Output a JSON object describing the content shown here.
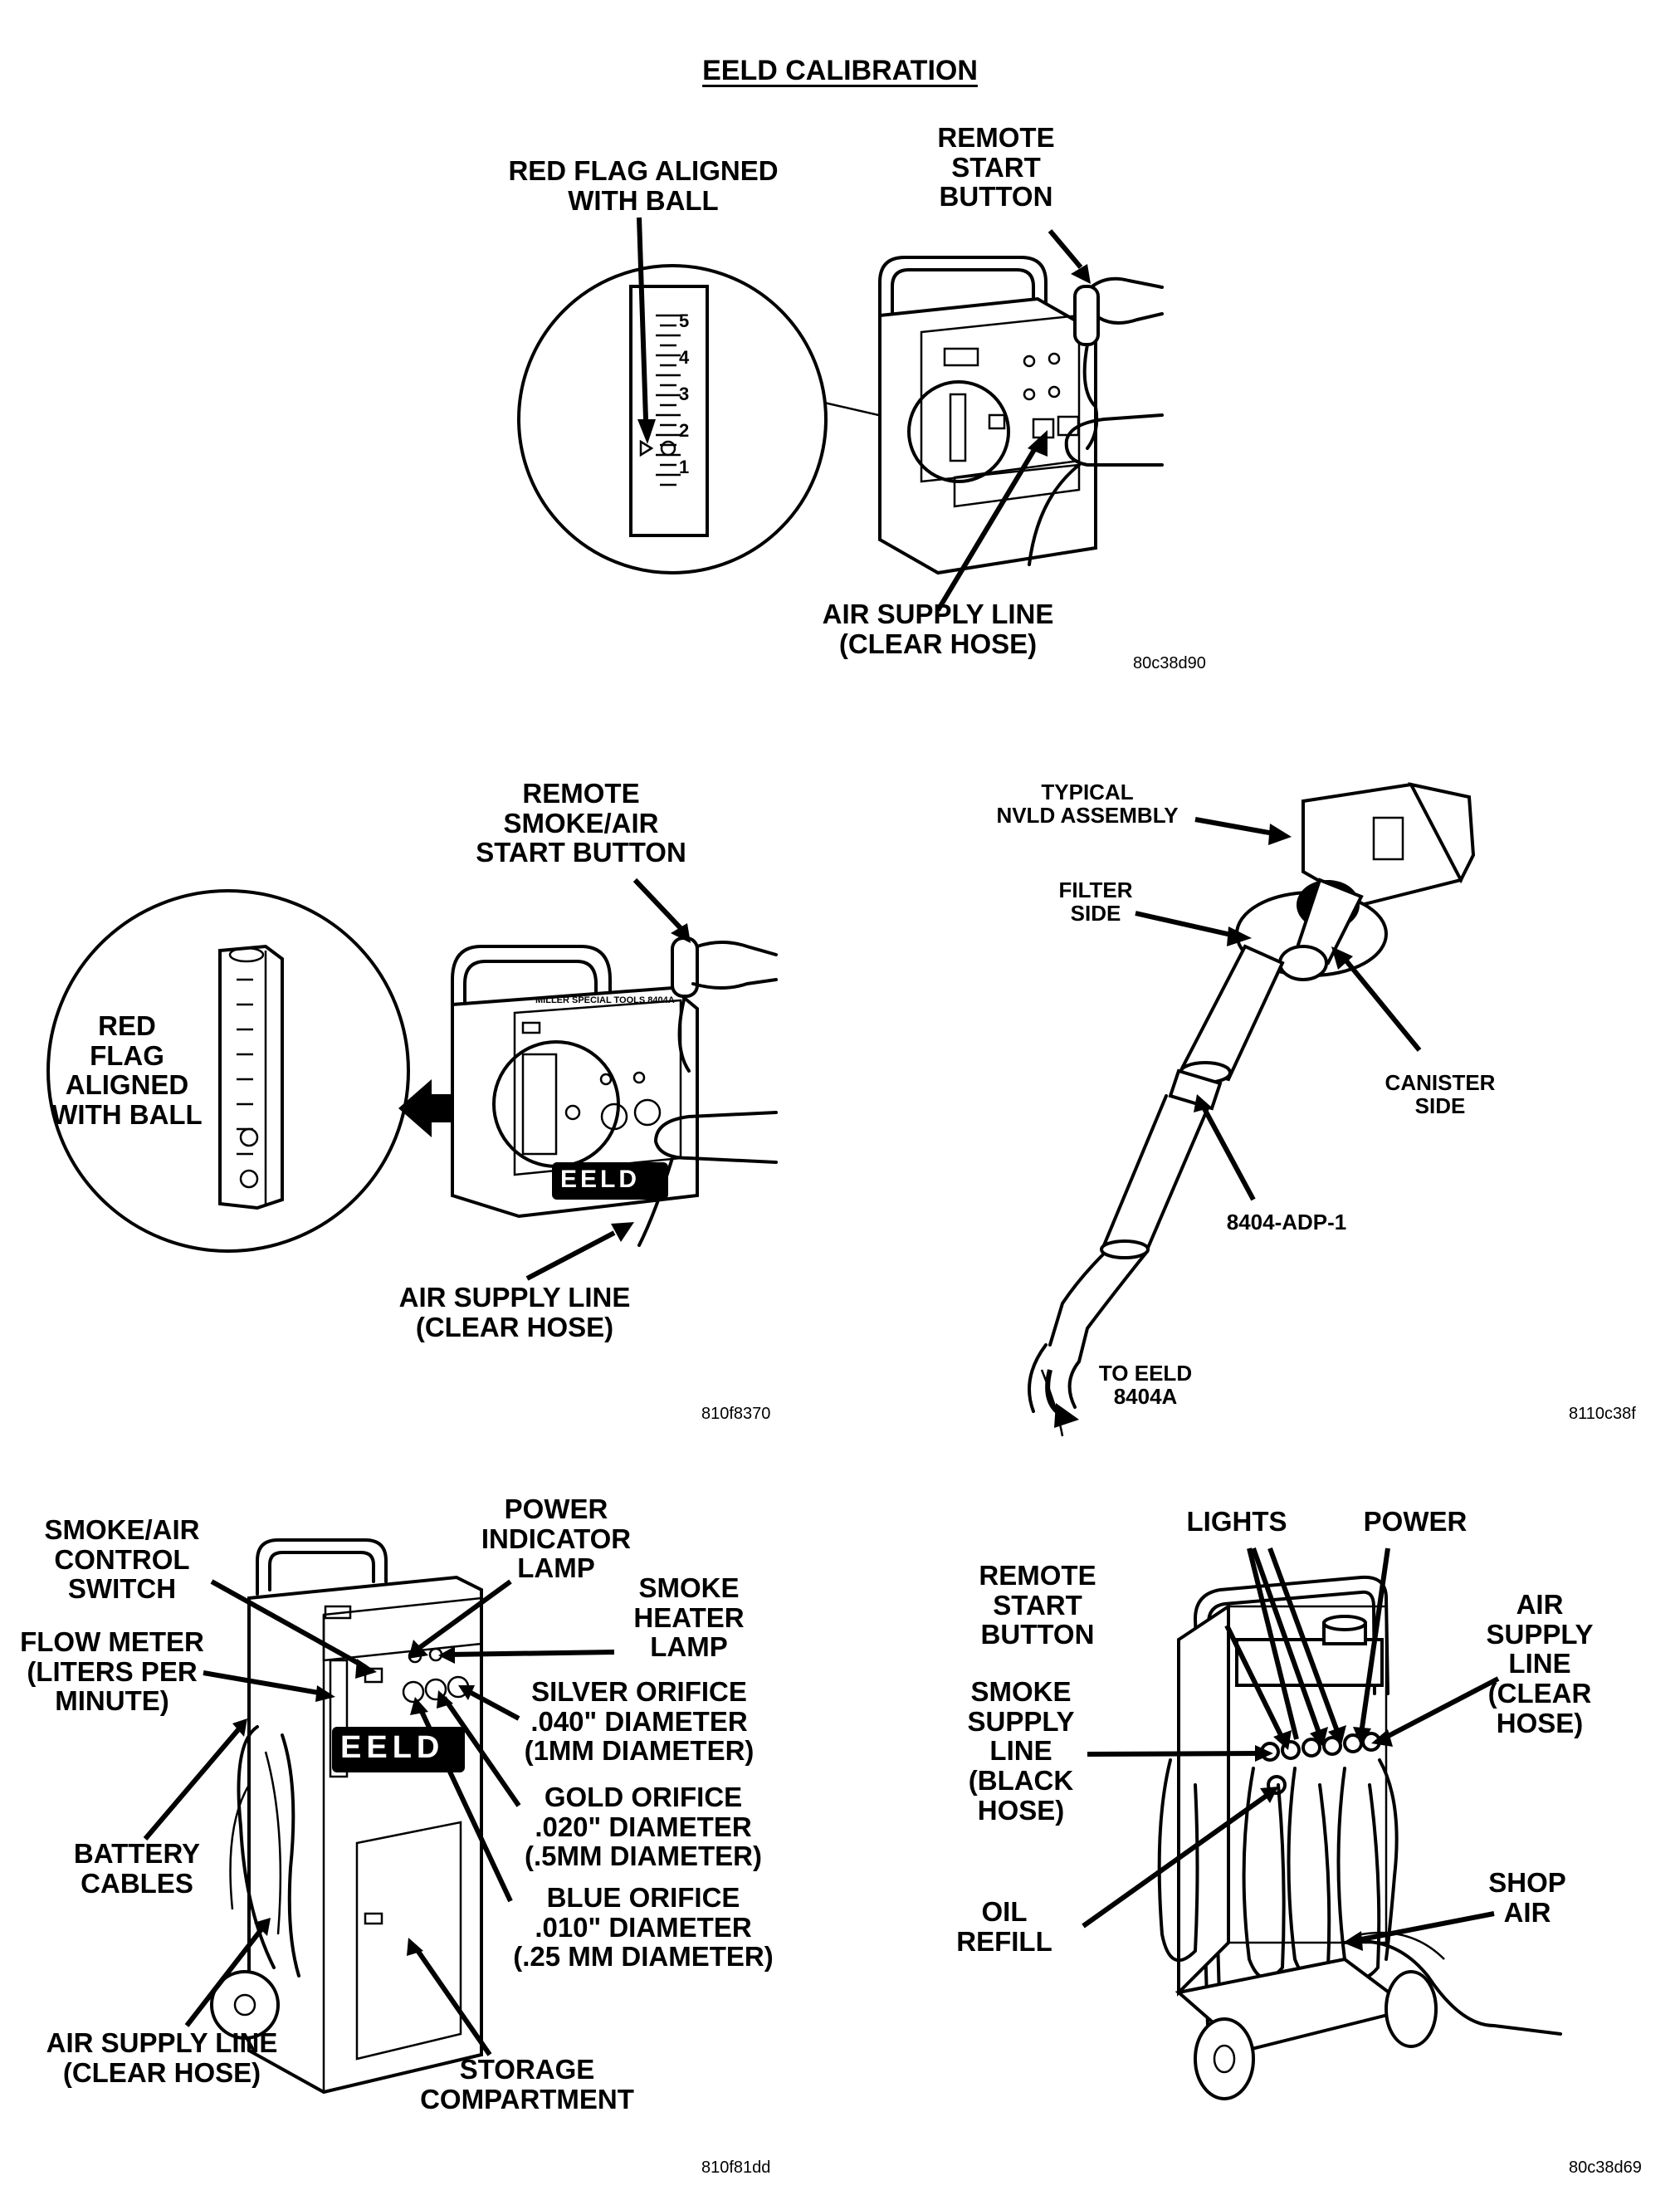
{
  "title": "EELD CALIBRATION",
  "fig1": {
    "label_red_flag": "RED FLAG ALIGNED\nWITH BALL",
    "label_remote": "REMOTE\nSTART\nBUTTON",
    "label_air": "AIR SUPPLY LINE\n(CLEAR HOSE)",
    "scale": [
      "5",
      "4",
      "3",
      "2",
      "1"
    ],
    "code": "80c38d90"
  },
  "fig2": {
    "label_remote": "REMOTE\nSMOKE/AIR\nSTART BUTTON",
    "label_red_flag": "RED\nFLAG\nALIGNED\nWITH BALL",
    "label_air": "AIR SUPPLY LINE\n(CLEAR HOSE)",
    "panel_text": "EELD",
    "panel_brand": "MILLER SPECIAL TOOLS 8404A",
    "code": "810f8370"
  },
  "fig3": {
    "label_typical": "TYPICAL\nNVLD ASSEMBLY",
    "label_filter": "FILTER\nSIDE",
    "label_canister": "CANISTER\nSIDE",
    "label_adp": "8404-ADP-1",
    "label_to_eeld": "TO EELD\n8404A",
    "code": "8110c38f"
  },
  "fig4": {
    "label_smoke_switch": "SMOKE/AIR\nCONTROL\nSWITCH",
    "label_power_lamp": "POWER\nINDICATOR\nLAMP",
    "label_heater_lamp": "SMOKE\nHEATER\nLAMP",
    "label_flow_meter": "FLOW METER\n(LITERS PER\nMINUTE)",
    "label_silver": "SILVER ORIFICE\n.040\" DIAMETER\n(1MM DIAMETER)",
    "label_gold": "GOLD ORIFICE\n.020\" DIAMETER\n(.5MM DIAMETER)",
    "label_blue": "BLUE ORIFICE\n.010\" DIAMETER\n(.25 MM DIAMETER)",
    "label_battery": "BATTERY\nCABLES",
    "label_air": "AIR SUPPLY LINE\n(CLEAR HOSE)",
    "label_storage": "STORAGE\nCOMPARTMENT",
    "panel_text": "EELD",
    "code": "810f81dd"
  },
  "fig5": {
    "label_lights": "LIGHTS",
    "label_power": "POWER",
    "label_remote": "REMOTE\nSTART\nBUTTON",
    "label_air": "AIR\nSUPPLY\nLINE\n(CLEAR\nHOSE)",
    "label_smoke": "SMOKE\nSUPPLY\nLINE\n(BLACK\nHOSE)",
    "label_shop_air": "SHOP\nAIR",
    "label_oil": "OIL\nREFILL",
    "code": "80c38d69"
  }
}
